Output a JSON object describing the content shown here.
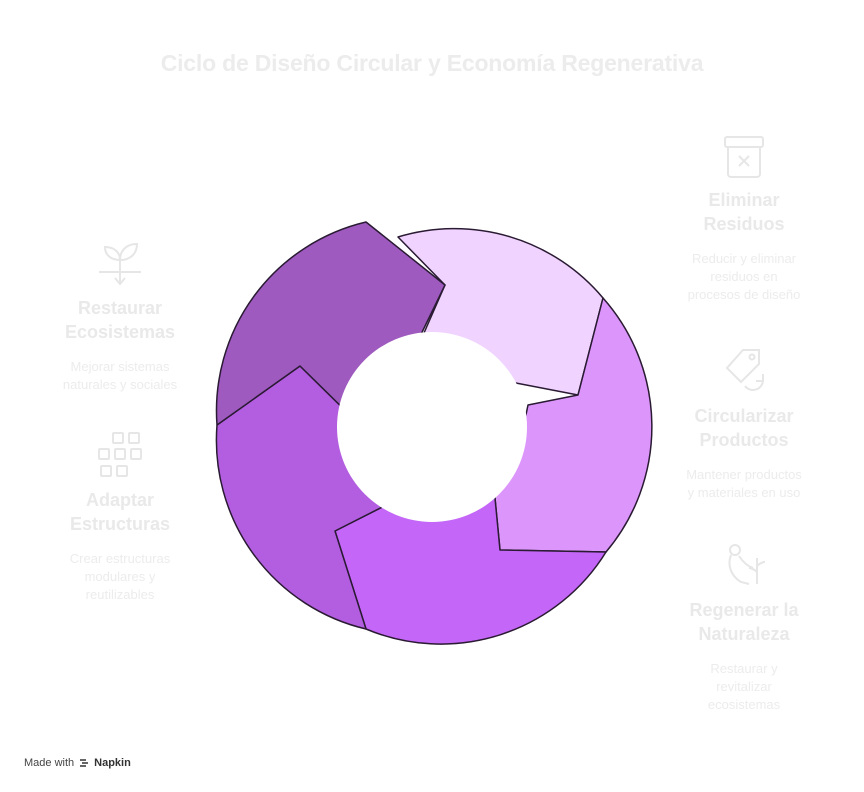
{
  "title": "Ciclo de Diseño Circular y Economía Regenerativa",
  "colors": {
    "segment_light": "#F0D4FF",
    "segment_mid": "#DC96FB",
    "segment_bright": "#C466F7",
    "segment_deep": "#B35EE0",
    "segment_dark": "#9E5ABF",
    "outline": "#2A1A33",
    "ghost_text": "#E9E9E9"
  },
  "items": {
    "eliminar": {
      "label": "Eliminar\nResiduos",
      "desc": "Reducir y eliminar\nresiduos en\nprocesos de diseño",
      "icon": "bin-icon"
    },
    "circularizar": {
      "label": "Circularizar\nProductos",
      "desc": "Mantener productos\ny materiales en uso",
      "icon": "recycle-tag-icon"
    },
    "regenerar": {
      "label": "Regenerar la\nNaturaleza",
      "desc": "Restaurar y\nrevitalizar\necosistemas",
      "icon": "bird-plant-icon"
    },
    "restaurar": {
      "label": "Restaurar\nEcosistemas",
      "desc": "Mejorar sistemas\nnaturales y sociales",
      "icon": "sprout-icon"
    },
    "adaptar": {
      "label": "Adaptar\nEstructuras",
      "desc": "Crear estructuras\nmodulares y\nreutilizables",
      "icon": "modules-icon"
    }
  },
  "footer": {
    "made_with": "Made with",
    "brand": "Napkin"
  }
}
